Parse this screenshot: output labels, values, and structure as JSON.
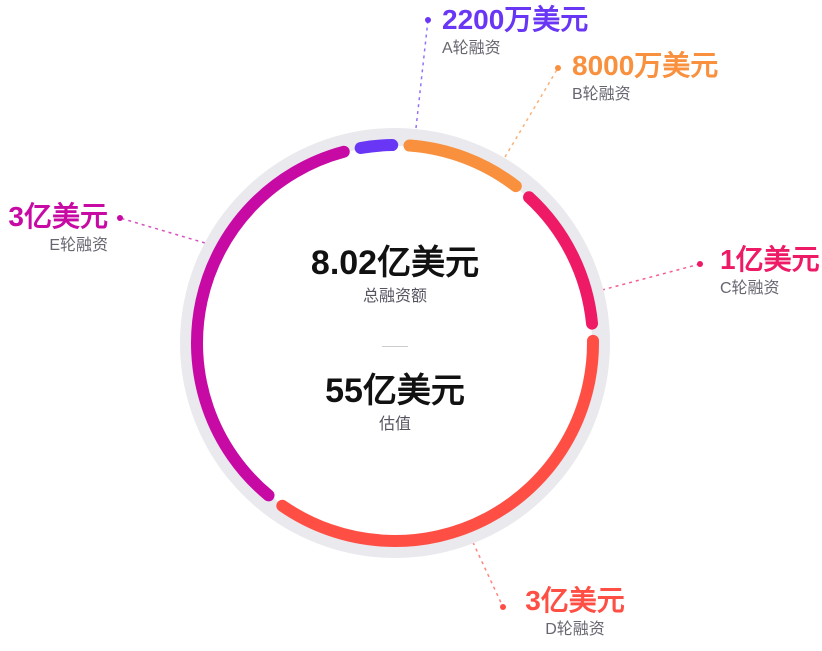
{
  "chart_data": {
    "type": "pie",
    "style": "donut",
    "total": {
      "value": "8.02亿美元",
      "label": "总融资额"
    },
    "valuation": {
      "value": "55亿美元",
      "label": "估值"
    },
    "track_color": "#e9e9ee",
    "slices": [
      {
        "round": "A轮融资",
        "amount_text": "2200万美元",
        "value": 0.22,
        "color": "#6a36f5"
      },
      {
        "round": "B轮融资",
        "amount_text": "8000万美元",
        "value": 0.8,
        "color": "#f8903e"
      },
      {
        "round": "C轮融资",
        "amount_text": "1亿美元",
        "value": 1.0,
        "color": "#ee1a66"
      },
      {
        "round": "D轮融资",
        "amount_text": "3亿美元",
        "value": 3.0,
        "color": "#ff4f45"
      },
      {
        "round": "E轮融资",
        "amount_text": "3亿美元",
        "value": 3.0,
        "color": "#c80aa5"
      }
    ]
  }
}
